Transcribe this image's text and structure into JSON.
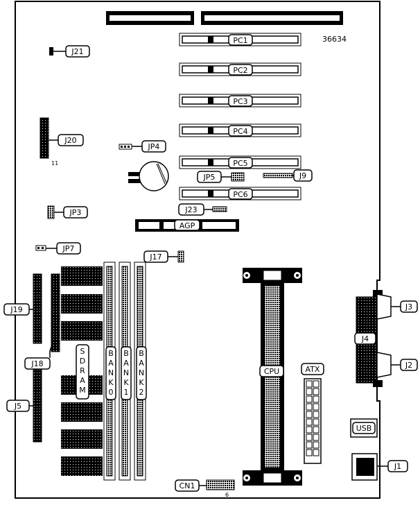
{
  "diagram": {
    "board_number": "36634",
    "pin_11": "11",
    "pin_6": "6",
    "labels": {
      "pc1": "PC1",
      "pc2": "PC2",
      "pc3": "PC3",
      "pc4": "PC4",
      "pc5": "PC5",
      "pc6": "PC6",
      "agp": "AGP",
      "j21": "J21",
      "j20": "J20",
      "jp4": "JP4",
      "jp5": "JP5",
      "j9": "J9",
      "jp3": "JP3",
      "j23": "J23",
      "jp7": "JP7",
      "j17": "J17",
      "j19": "J19",
      "j18": "J18",
      "j5": "J5",
      "cn1": "CN1",
      "cpu": "CPU",
      "atx": "ATX",
      "j3": "J3",
      "j4": "J4",
      "j2": "J2",
      "usb": "USB",
      "j1": "J1",
      "sdram": [
        "S",
        "D",
        "R",
        "A",
        "M"
      ],
      "bank0": [
        "B",
        "A",
        "N",
        "K",
        "0"
      ],
      "bank1": [
        "B",
        "A",
        "N",
        "K",
        "1"
      ],
      "bank2": [
        "B",
        "A",
        "N",
        "K",
        "2"
      ]
    }
  }
}
